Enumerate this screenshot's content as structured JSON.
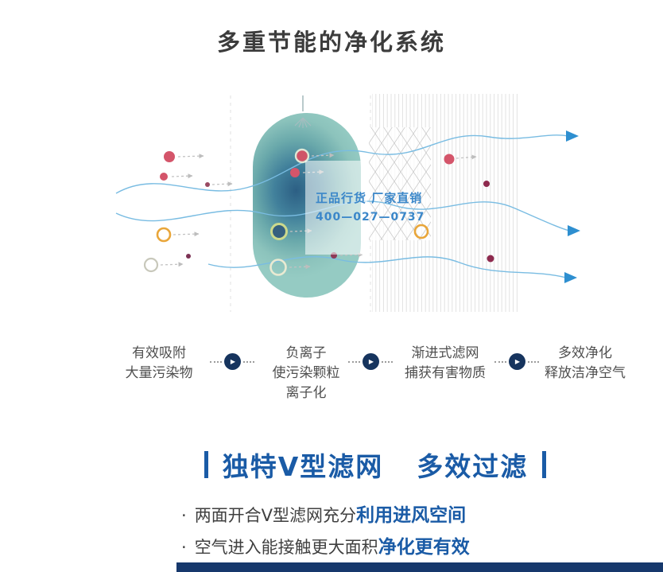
{
  "title": "多重节能的净化系统",
  "watermark": {
    "line1": "正品行货 厂家直销",
    "phone": "400—027—0737"
  },
  "steps": [
    {
      "label": "有效吸附\n大量污染物"
    },
    {
      "label": "负离子\n使污染颗粒\n离子化"
    },
    {
      "label": "渐进式滤网\n捕获有害物质"
    },
    {
      "label": "多效净化\n释放洁净空气"
    }
  ],
  "step_arrow_glyph": "▶",
  "headline": {
    "part1": "独特V型滤网",
    "part2": "多效过滤"
  },
  "bullets": [
    {
      "marker": "·",
      "text": "两面开合V型滤网充分",
      "highlight": "利用进风空间"
    },
    {
      "marker": "·",
      "text": "空气进入能接触更大面积",
      "highlight": "净化更有效"
    }
  ],
  "colors": {
    "headline_blue": "#1a5ba6",
    "step_circle_navy": "#16345e",
    "watermark_blue": "#3b87c9",
    "pollutant_red": "#d4556a",
    "pollutant_yellow": "#e9a63a",
    "flow_line_blue": "#79bce2",
    "flow_arrow_blue": "#2e8fd0",
    "body_teal": "#8cc3bc",
    "body_deep_blue": "#2c5f84",
    "footer_navy": "#16386c"
  }
}
